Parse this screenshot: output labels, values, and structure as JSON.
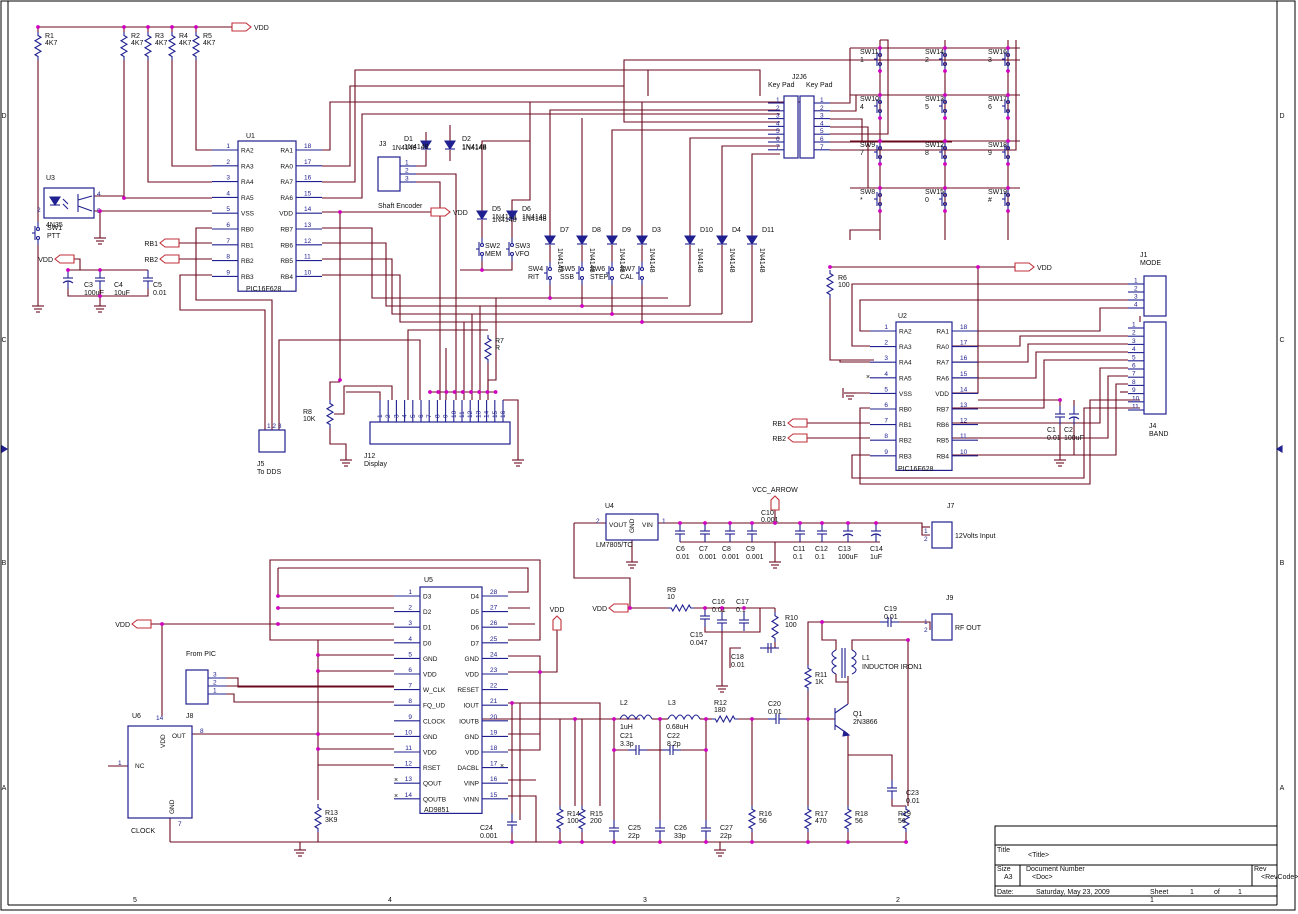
{
  "frame": {
    "col_labels": [
      "5",
      "4",
      "3",
      "2",
      "1"
    ],
    "row_labels": [
      "D",
      "C",
      "B",
      "A"
    ]
  },
  "power": {
    "vdd": "VDD",
    "vcc_arrow": "VCC_ARROW"
  },
  "resistors": [
    {
      "ref": "R1",
      "value": "4K7"
    },
    {
      "ref": "R2",
      "value": "4K7"
    },
    {
      "ref": "R3",
      "value": "4K7"
    },
    {
      "ref": "R4",
      "value": "4K7"
    },
    {
      "ref": "R5",
      "value": "4K7"
    },
    {
      "ref": "R6",
      "value": "100"
    },
    {
      "ref": "R7",
      "value": "R"
    },
    {
      "ref": "R8",
      "value": "10K"
    },
    {
      "ref": "R9",
      "value": "10"
    },
    {
      "ref": "R10",
      "value": "100"
    },
    {
      "ref": "R11",
      "value": "1K"
    },
    {
      "ref": "R12",
      "value": "180"
    },
    {
      "ref": "R13",
      "value": "3K9"
    },
    {
      "ref": "R14",
      "value": "100"
    },
    {
      "ref": "R15",
      "value": "200"
    },
    {
      "ref": "R16",
      "value": "56"
    },
    {
      "ref": "R17",
      "value": "470"
    },
    {
      "ref": "R18",
      "value": "56"
    },
    {
      "ref": "R19",
      "value": "56"
    }
  ],
  "capacitors": [
    {
      "ref": "C1",
      "value": "0.01"
    },
    {
      "ref": "C2",
      "value": "100uF"
    },
    {
      "ref": "C3",
      "value": "100uF"
    },
    {
      "ref": "C4",
      "value": "10uF"
    },
    {
      "ref": "C5",
      "value": "0.01"
    },
    {
      "ref": "C6",
      "value": "0.01"
    },
    {
      "ref": "C7",
      "value": "0.001"
    },
    {
      "ref": "C8",
      "value": "0.001"
    },
    {
      "ref": "C9",
      "value": "0.001"
    },
    {
      "ref": "C10",
      "value": "0.001"
    },
    {
      "ref": "C11",
      "value": "0.1"
    },
    {
      "ref": "C12",
      "value": "0.1"
    },
    {
      "ref": "C13",
      "value": "100uF"
    },
    {
      "ref": "C14",
      "value": "1uF"
    },
    {
      "ref": "C15",
      "value": "0.047"
    },
    {
      "ref": "C16",
      "value": "0.01"
    },
    {
      "ref": "C17",
      "value": "0.1"
    },
    {
      "ref": "C18",
      "value": "0.01"
    },
    {
      "ref": "C19",
      "value": "0.01"
    },
    {
      "ref": "C20",
      "value": "0.01"
    },
    {
      "ref": "C21",
      "value": "3.3p"
    },
    {
      "ref": "C22",
      "value": "8.2p"
    },
    {
      "ref": "C23",
      "value": "0.01"
    },
    {
      "ref": "C24",
      "value": "0.001"
    },
    {
      "ref": "C25",
      "value": "22p"
    },
    {
      "ref": "C26",
      "value": "33p"
    },
    {
      "ref": "C27",
      "value": "22p"
    }
  ],
  "diodes": [
    {
      "ref": "D1",
      "value": "1N4148"
    },
    {
      "ref": "D2",
      "value": "1N4148"
    },
    {
      "ref": "D3",
      "value": "1N4148"
    },
    {
      "ref": "D4",
      "value": "1N4148"
    },
    {
      "ref": "D5",
      "value": "1N4148"
    },
    {
      "ref": "D6",
      "value": "1N4148"
    },
    {
      "ref": "D7",
      "value": "1N4148"
    },
    {
      "ref": "D8",
      "value": "1N4148"
    },
    {
      "ref": "D9",
      "value": "1N4148"
    },
    {
      "ref": "D10",
      "value": "1N4148"
    },
    {
      "ref": "D11",
      "value": "1N4148"
    }
  ],
  "switches": [
    {
      "ref": "SW1",
      "value": "PTT"
    },
    {
      "ref": "SW2",
      "value": "MEM"
    },
    {
      "ref": "SW3",
      "value": "VFO"
    },
    {
      "ref": "SW4",
      "value": "RIT"
    },
    {
      "ref": "SW5",
      "value": "SSB"
    },
    {
      "ref": "SW6",
      "value": "STEP"
    },
    {
      "ref": "SW7",
      "value": "CAL"
    }
  ],
  "keypad": [
    {
      "ref": "SW11",
      "key": "1"
    },
    {
      "ref": "SW14",
      "key": "2"
    },
    {
      "ref": "SW16",
      "key": "3"
    },
    {
      "ref": "SW10",
      "key": "4"
    },
    {
      "ref": "SW13",
      "key": "5"
    },
    {
      "ref": "SW17",
      "key": "6"
    },
    {
      "ref": "SW9",
      "key": "7"
    },
    {
      "ref": "SW12",
      "key": "8"
    },
    {
      "ref": "SW18",
      "key": "9"
    },
    {
      "ref": "SW8",
      "key": "*"
    },
    {
      "ref": "SW15",
      "key": "0"
    },
    {
      "ref": "SW19",
      "key": "#"
    }
  ],
  "u1": {
    "ref": "U1",
    "part": "PIC16F628",
    "left": [
      [
        "1",
        "RA2"
      ],
      [
        "2",
        "RA3"
      ],
      [
        "3",
        "RA4"
      ],
      [
        "4",
        "RA5"
      ],
      [
        "5",
        "VSS"
      ],
      [
        "6",
        "RB0"
      ],
      [
        "7",
        "RB1"
      ],
      [
        "8",
        "RB2"
      ],
      [
        "9",
        "RB3"
      ]
    ],
    "right": [
      [
        "18",
        "RA1"
      ],
      [
        "17",
        "RA0"
      ],
      [
        "16",
        "RA7"
      ],
      [
        "15",
        "RA6"
      ],
      [
        "14",
        "VDD"
      ],
      [
        "13",
        "RB7"
      ],
      [
        "12",
        "RB6"
      ],
      [
        "11",
        "RB5"
      ],
      [
        "10",
        "RB4"
      ]
    ]
  },
  "u2": {
    "ref": "U2",
    "part": "PIC16F628",
    "left": [
      [
        "1",
        "RA2"
      ],
      [
        "2",
        "RA3"
      ],
      [
        "3",
        "RA4"
      ],
      [
        "4",
        "RA5"
      ],
      [
        "5",
        "VSS"
      ],
      [
        "6",
        "RB0"
      ],
      [
        "7",
        "RB1"
      ],
      [
        "8",
        "RB2"
      ],
      [
        "9",
        "RB3"
      ]
    ],
    "right": [
      [
        "18",
        "RA1"
      ],
      [
        "17",
        "RA0"
      ],
      [
        "16",
        "RA7"
      ],
      [
        "15",
        "RA6"
      ],
      [
        "14",
        "VDD"
      ],
      [
        "13",
        "RB7"
      ],
      [
        "12",
        "RB6"
      ],
      [
        "11",
        "RB5"
      ],
      [
        "10",
        "RB4"
      ]
    ]
  },
  "u5": {
    "ref": "U5",
    "part": "AD9851",
    "left": [
      [
        "1",
        "D3"
      ],
      [
        "2",
        "D2"
      ],
      [
        "3",
        "D1"
      ],
      [
        "4",
        "D0"
      ],
      [
        "5",
        "GND"
      ],
      [
        "6",
        "VDD"
      ],
      [
        "7",
        "W_CLK"
      ],
      [
        "8",
        "FQ_UD"
      ],
      [
        "9",
        "CLOCK"
      ],
      [
        "10",
        "GND"
      ],
      [
        "11",
        "VDD"
      ],
      [
        "12",
        "RSET"
      ],
      [
        "13",
        "QOUT"
      ],
      [
        "14",
        "QOUTB"
      ]
    ],
    "right": [
      [
        "28",
        "D4"
      ],
      [
        "27",
        "D5"
      ],
      [
        "26",
        "D6"
      ],
      [
        "25",
        "D7"
      ],
      [
        "24",
        "GND"
      ],
      [
        "23",
        "VDD"
      ],
      [
        "22",
        "RESET"
      ],
      [
        "21",
        "IOUT"
      ],
      [
        "20",
        "IOUTB"
      ],
      [
        "19",
        "GND"
      ],
      [
        "18",
        "VDD"
      ],
      [
        "17",
        "DACBL"
      ],
      [
        "16",
        "VINP"
      ],
      [
        "15",
        "VINN"
      ]
    ]
  },
  "u3": {
    "ref": "U3",
    "part": "4N35"
  },
  "u4": {
    "ref": "U4",
    "part": "LM7805/TO",
    "vout": "VOUT",
    "gnd": "GND",
    "vin": "VIN"
  },
  "u6": {
    "ref": "U6",
    "name": "CLOCK",
    "vdd": "VDD",
    "out": "OUT",
    "nc": "NC",
    "gnd": "GND"
  },
  "connectors": {
    "j1": {
      "ref": "J1",
      "name": "MODE"
    },
    "j4": {
      "ref": "J4",
      "name": "BAND"
    },
    "j2j6": {
      "ref": "J2J6",
      "left": "Key Pad",
      "right": "Key Pad"
    },
    "j3": {
      "ref": "J3",
      "name": "Shaft Encoder"
    },
    "j5": {
      "ref": "J5",
      "name": "To DDS"
    },
    "j7": {
      "ref": "J7",
      "name": "12Volts Input"
    },
    "j8": {
      "ref": "J8",
      "name": "From PIC"
    },
    "j9": {
      "ref": "J9",
      "name": "RF OUT"
    },
    "j12": {
      "ref": "J12",
      "name": "Display"
    }
  },
  "inductors": [
    {
      "ref": "L1",
      "value": "INDUCTOR IRON1"
    },
    {
      "ref": "L2",
      "value": "1uH"
    },
    {
      "ref": "L3",
      "value": "0.68uH"
    }
  ],
  "transistor": {
    "ref": "Q1",
    "value": "2N3866"
  },
  "net_labels": {
    "rb1": "RB1",
    "rb2": "RB2"
  },
  "title_block": {
    "title_label": "Title",
    "title": "<Title>",
    "size_label": "Size",
    "size": "A3",
    "docnum_label": "Document Number",
    "doc": "<Doc>",
    "rev_label": "Rev",
    "rev": "<RevCode>",
    "date_label": "Date:",
    "date": "Saturday, May 23, 2009",
    "sheet_label": "Sheet",
    "sheet": "1",
    "of_label": "of",
    "sheets": "1"
  }
}
